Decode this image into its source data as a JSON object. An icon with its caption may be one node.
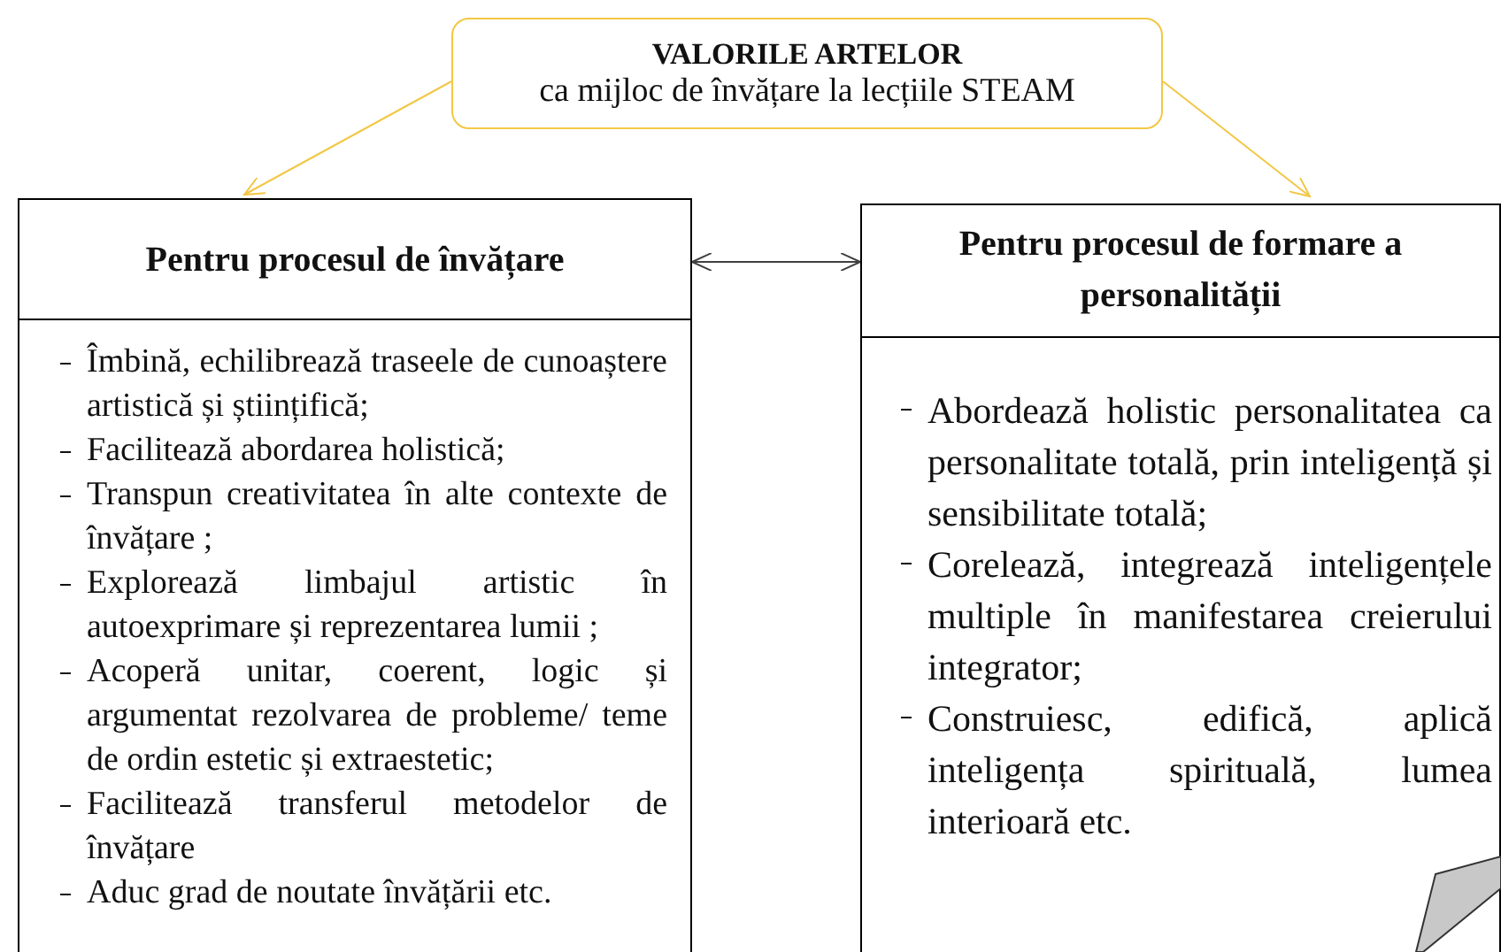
{
  "diagram": {
    "nodes": [
      {
        "text": [
          "VALORILE ARTELOR",
          "ca mijloc de învățare la lecțiile STEAM"
        ]
      },
      {
        "text": [
          "Pentru procesul de învățare"
        ]
      },
      {
        "text": [
          "Îmbină, echilibrează traseele de cunoaștere artistică și științifică;",
          "Facilitează abordarea holistică;",
          "Transpun creativitatea în alte contexte de învățare ;",
          "Explorează limbajul artistic în autoexprimare și reprezentarea lumii ;",
          "Acoperă unitar, coerent, logic și argumentat rezolvarea de probleme/ teme de ordin estetic și extraestetic;",
          "Facilitează transferul metodelor de învățare",
          "Aduc grad de noutate învățării etc."
        ]
      },
      {
        "text": [
          "Pentru procesul de formare a personalității"
        ]
      },
      {
        "text": [
          "Abordează holistic personalitatea ca personalitate totală, prin inteligență și sensibilitate totală;",
          "Corelează, integrează inteligențele multiple în manifestarea creierului integrator;",
          "Construiesc, edifică, aplică inteligența spirituală, lumea interioară etc."
        ]
      }
    ],
    "edges": [
      {
        "from": 0,
        "to": 1,
        "arrow": "to"
      },
      {
        "from": 0,
        "to": 3,
        "arrow": "to"
      },
      {
        "from": 1,
        "to": 3,
        "arrow": "both",
        "color": "#404040"
      }
    ]
  }
}
